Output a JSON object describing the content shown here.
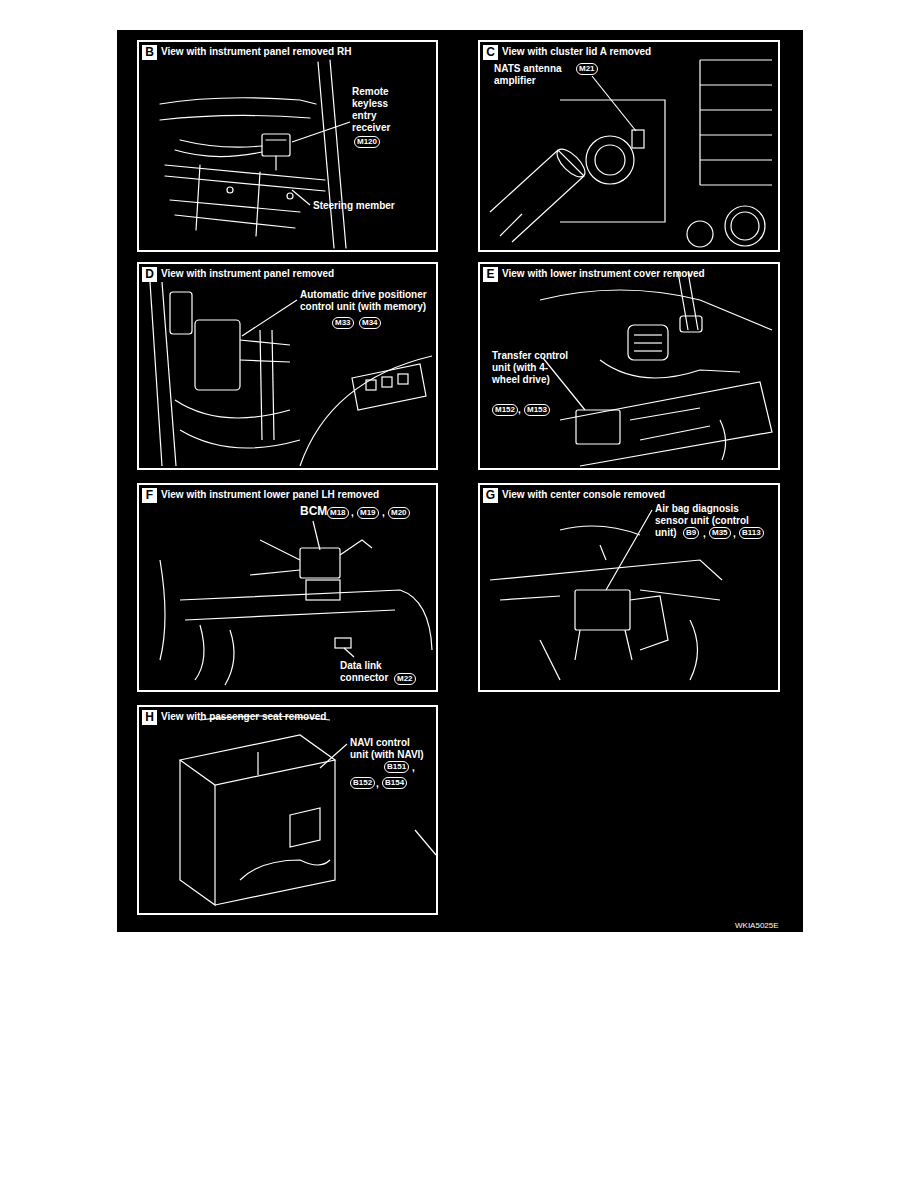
{
  "diagram": {
    "nodes": [
      {
        "text": [
          "View with instrument panel removed RH"
        ]
      },
      {
        "text": [
          "B"
        ],
        "in": 0
      },
      {
        "text": [
          "M120"
        ],
        "in": 0
      },
      {
        "text": [
          "View with cluster lid A removed"
        ]
      },
      {
        "text": [
          "C"
        ],
        "in": 3
      },
      {
        "text": [
          "M21"
        ],
        "in": 3
      },
      {
        "text": [
          "View with instrument panel removed"
        ]
      },
      {
        "text": [
          "D"
        ],
        "in": 6
      },
      {
        "text": [
          "M33"
        ],
        "in": 6
      },
      {
        "text": [
          "M34"
        ],
        "in": 6
      },
      {
        "text": [
          "View with lower instrument cover removed"
        ]
      },
      {
        "text": [
          "E"
        ],
        "in": 10
      },
      {
        "text": [
          "M152"
        ],
        "in": 10
      },
      {
        "text": [
          "M153"
        ],
        "in": 10
      },
      {
        "text": [
          "View with instrument lower panel LH removed"
        ]
      },
      {
        "text": [
          "F"
        ],
        "in": 14
      },
      {
        "text": [
          "M18"
        ],
        "in": 14
      },
      {
        "text": [
          "M19"
        ],
        "in": 14
      },
      {
        "text": [
          "M20"
        ],
        "in": 14
      },
      {
        "text": [
          "M22"
        ],
        "in": 14
      },
      {
        "text": [
          "View with center console removed"
        ]
      },
      {
        "text": [
          "G"
        ],
        "in": 20
      },
      {
        "text": [
          "B9"
        ],
        "in": 20
      },
      {
        "text": [
          "M35"
        ],
        "in": 20
      },
      {
        "text": [
          "B113"
        ],
        "in": 20
      },
      {
        "text": [
          "View with passenger seat removed"
        ]
      },
      {
        "text": [
          "H"
        ],
        "in": 25
      },
      {
        "text": [
          "B151"
        ],
        "in": 25
      },
      {
        "text": [
          "B152"
        ],
        "in": 25
      },
      {
        "text": [
          "B154"
        ],
        "in": 25
      }
    ],
    "labels": [
      "Remote keyless entry receiver",
      "Steering member",
      "NATS antenna amplifier",
      "Automatic drive positioner control unit (with memory)",
      "Transfer control unit (with 4-wheel drive)",
      ",",
      "BCM",
      ",",
      ",",
      "Data link connector",
      "Air bag diagnosis sensor unit (control unit)",
      ",",
      ",",
      "NAVI control unit (with NAVI)",
      ",",
      ",",
      "WKIA5025E"
    ]
  }
}
